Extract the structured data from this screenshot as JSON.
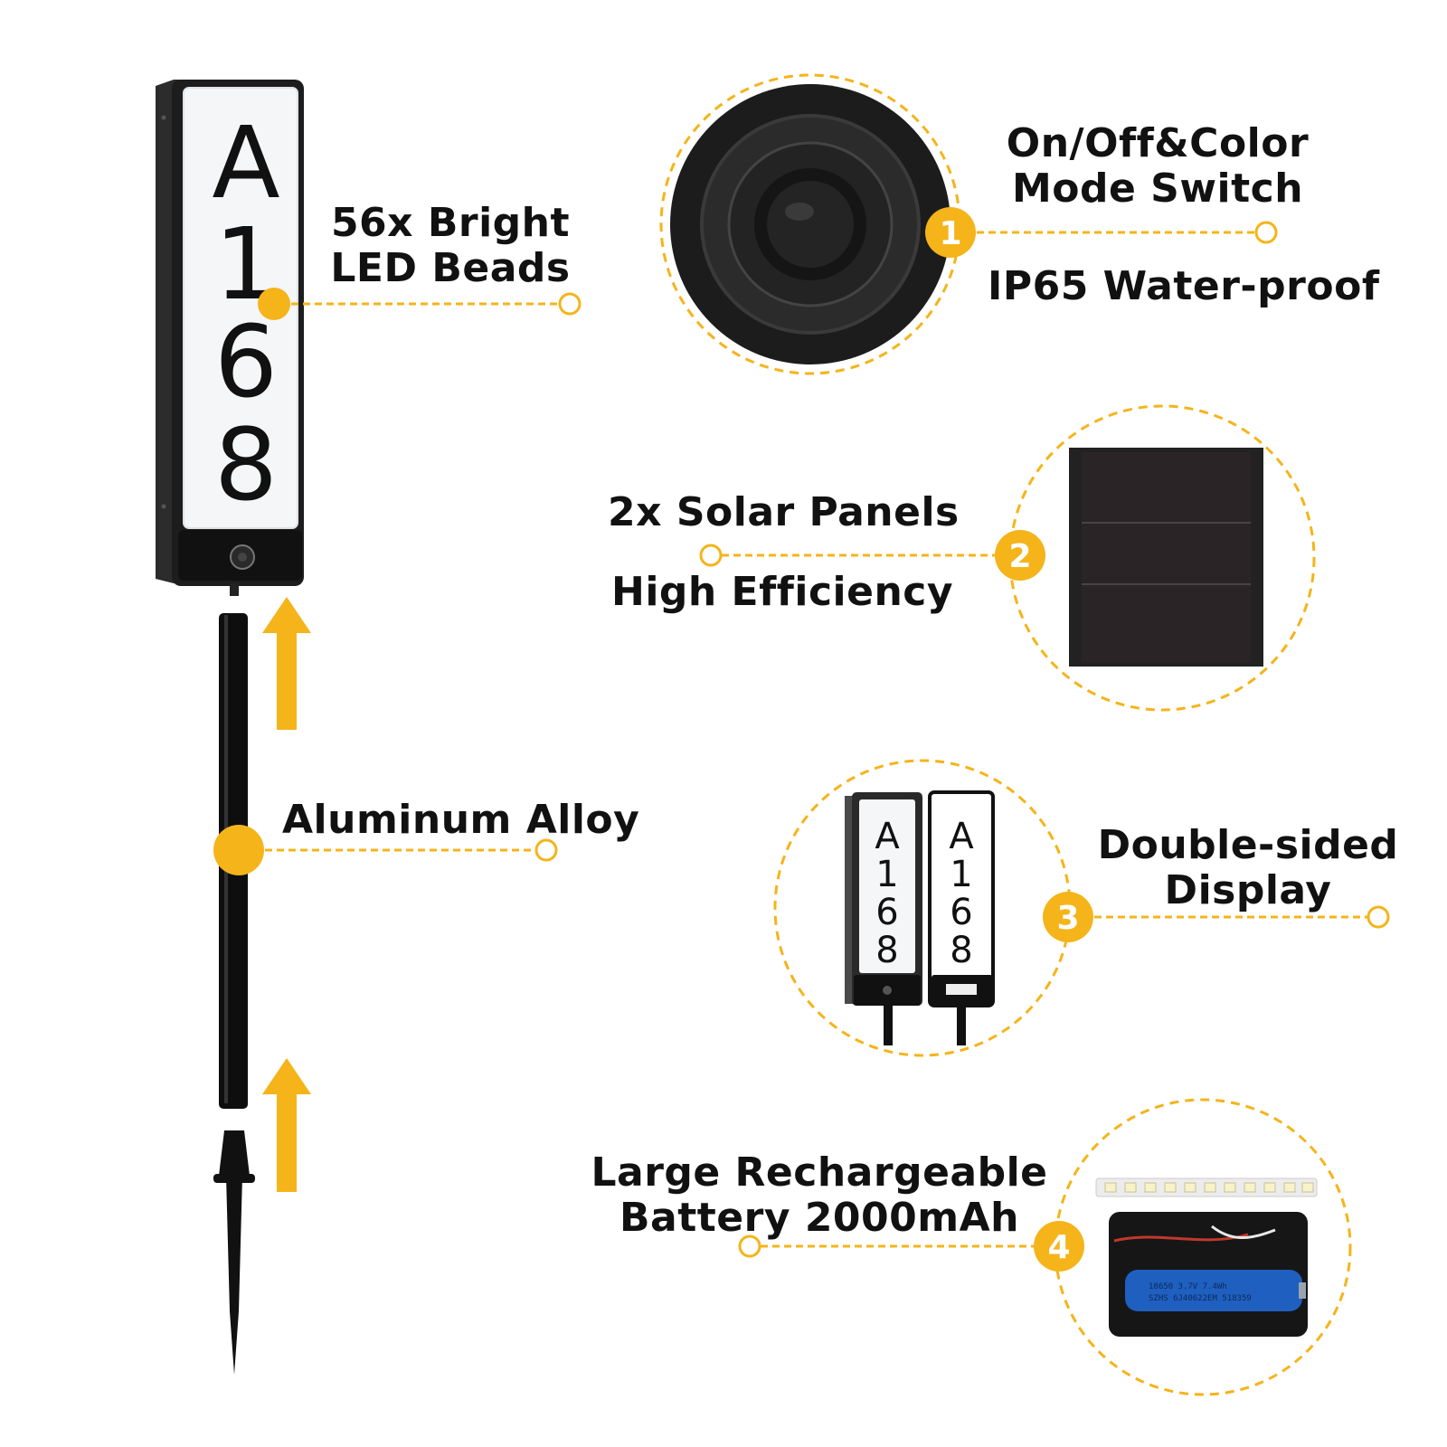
{
  "colors": {
    "accent": "#F5B41A",
    "dark": "#1a1a1a",
    "panel": "#f4f6f8"
  },
  "sign": {
    "chars": [
      "A",
      "1",
      "6",
      "8"
    ]
  },
  "callouts": [
    {
      "number": "1",
      "lines": [
        "On/Off&Color",
        "Mode Switch"
      ],
      "extra": "IP65 Water-proof"
    },
    {
      "number": "2",
      "lines": [
        "2x Solar Panels"
      ],
      "extra": "High Efficiency"
    },
    {
      "number": "3",
      "lines": [
        "Double-sided",
        "Display"
      ]
    },
    {
      "number": "4",
      "lines": [
        "Large Rechargeable",
        "Battery 2000mAh"
      ]
    }
  ],
  "features": {
    "led": [
      "56x Bright",
      "LED Beads"
    ],
    "alloy": "Aluminum Alloy"
  },
  "battery": {
    "line1": "18650    3.7V    7.4Wh",
    "line2": "SZHS 6J40622EM 518359"
  },
  "icons": [
    "arrow-up-icon",
    "arrow-up-icon",
    "switch-icon",
    "solar-panel-icon",
    "battery-icon"
  ]
}
